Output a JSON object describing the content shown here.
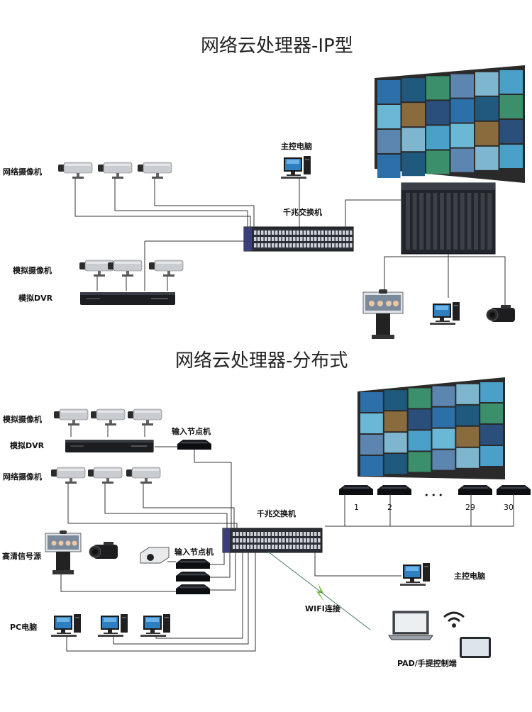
{
  "section1": {
    "title": "网络云处理器-IP型",
    "network_camera_label": "网络摄像机",
    "analog_camera_label": "模拟摄像机",
    "analog_dvr_label": "模拟DVR",
    "host_pc_label": "主控电脑",
    "switch_label": "千兆交换机"
  },
  "section2": {
    "title": "网络云处理器-分布式",
    "analog_camera_label": "模拟摄像机",
    "analog_dvr_label": "模拟DVR",
    "input_node_top_label": "输入节点机",
    "network_camera_label": "网络摄像机",
    "switch_label": "千兆交换机",
    "hd_source_label": "高清信号源",
    "input_node_mid_label": "输入节点机",
    "host_pc_label": "主控电脑",
    "wifi_label": "WIFI连接",
    "pc_label": "PC电脑",
    "pad_label": "PAD/手提控制端",
    "output_numbers": [
      "1",
      "2",
      "29",
      "30"
    ],
    "ellipsis": "• • •"
  },
  "colors": {
    "device_dark": "#1c1f24",
    "screen_blue": "#3a7fb8",
    "camera_gray": "#c9ccd0",
    "wire": "#333333"
  },
  "icons": [
    "camera-icon",
    "dvr-icon",
    "computer-icon",
    "switch-icon",
    "video-wall-icon",
    "processor-icon",
    "conference-terminal-icon",
    "camcorder-icon",
    "node-box-icon",
    "projector-icon",
    "laptop-icon",
    "tablet-icon",
    "wifi-icon",
    "lightning-icon"
  ]
}
